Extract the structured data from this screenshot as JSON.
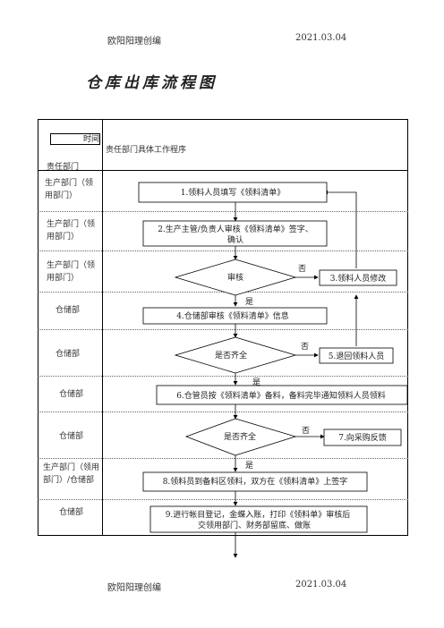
{
  "header": {
    "left": "欧阳阳理创编",
    "right": "2021.03.04"
  },
  "footer": {
    "left": "欧阳阳理创编",
    "right": "2021.03.04"
  },
  "title": "仓库出库流程图",
  "table": {
    "time_label": "时间",
    "col_title": "责任部门具体工作程序",
    "dept_header": "责任部门"
  },
  "rows": [
    {
      "dept": "生产部门（领用部门）"
    },
    {
      "dept": "生产部门（领用部门）"
    },
    {
      "dept": "生产部门（领用部门）"
    },
    {
      "dept": "仓储部"
    },
    {
      "dept": "仓储部"
    },
    {
      "dept": "仓储部"
    },
    {
      "dept": "仓储部"
    },
    {
      "dept": "生产部门（领用部门）/仓储部"
    },
    {
      "dept": "仓储部"
    }
  ],
  "nodes": {
    "n1": "1.领料人员填写《领料清单》",
    "n2a": "2.生产主管/负责人审核《领料清单》签字、",
    "n2b": "确认",
    "d1": "审核",
    "n3": "3.领料人员修改",
    "n4": "4.仓储部审核《领料清单》信息",
    "d2": "是否齐全",
    "n5": "5.退回领料人员",
    "n6": "6.仓管员按《领料清单》备料，备料完毕通知领料人员领料",
    "d3": "是否齐全",
    "n7": "7.向采购反馈",
    "n8": "8.领料员到备料区领料，双方在《领料清单》上签字",
    "n9a": "9.进行帐目登记，金蝶入账，打印《领料单》审核后",
    "n9b": "交领用部门、财务部留底、做账"
  },
  "labels": {
    "yes": "是",
    "no": "否"
  }
}
